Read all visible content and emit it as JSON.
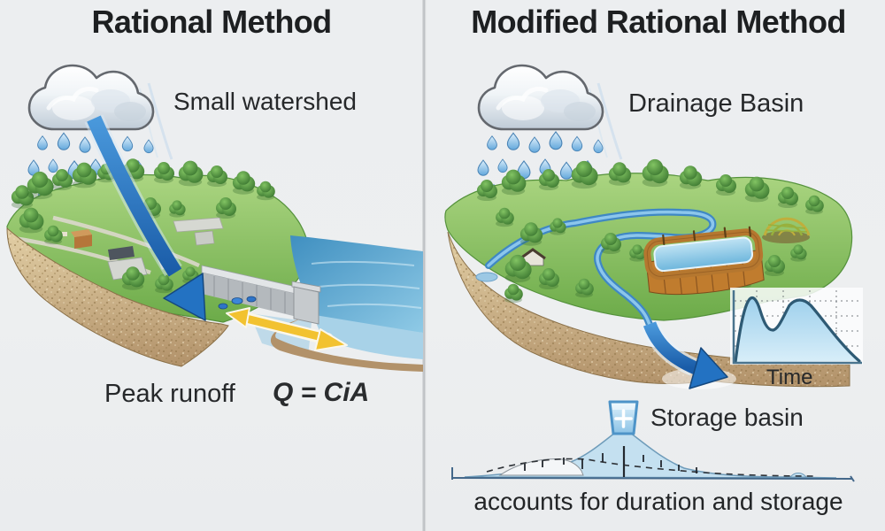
{
  "page": {
    "background": "#edeef0",
    "divider_color": "#b6b9bd"
  },
  "left_panel": {
    "title": "Rational Method",
    "watershed_label": "Small watershed",
    "runoff_label": "Peak runoff",
    "formula": "Q = CiA"
  },
  "right_panel": {
    "title": "Modified Rational Method",
    "basin_label": "Drainage Basin",
    "hydrograph": {
      "type": "line",
      "xlabel": "Time",
      "description": "double-peak runoff hydrograph inset"
    },
    "storage_label": "Storage basin",
    "caption": "accounts for duration and storage"
  },
  "colors": {
    "title_text": "#1d1f21",
    "label_text": "#26282a",
    "rain_blue": "#6fb0dd",
    "arrow_blue": "#1f6fbe",
    "arrow_yellow": "#f2c230",
    "water_blue": "#5aa3cf",
    "terrain_green": "#7fbd5a",
    "soil_tan": "#cfb084",
    "hydrograph_fill": "#aed6ef",
    "hydrograph_stroke": "#2e5a74",
    "storage_icon_blue": "#93c8e8",
    "tank_wood": "#c07c2e"
  }
}
